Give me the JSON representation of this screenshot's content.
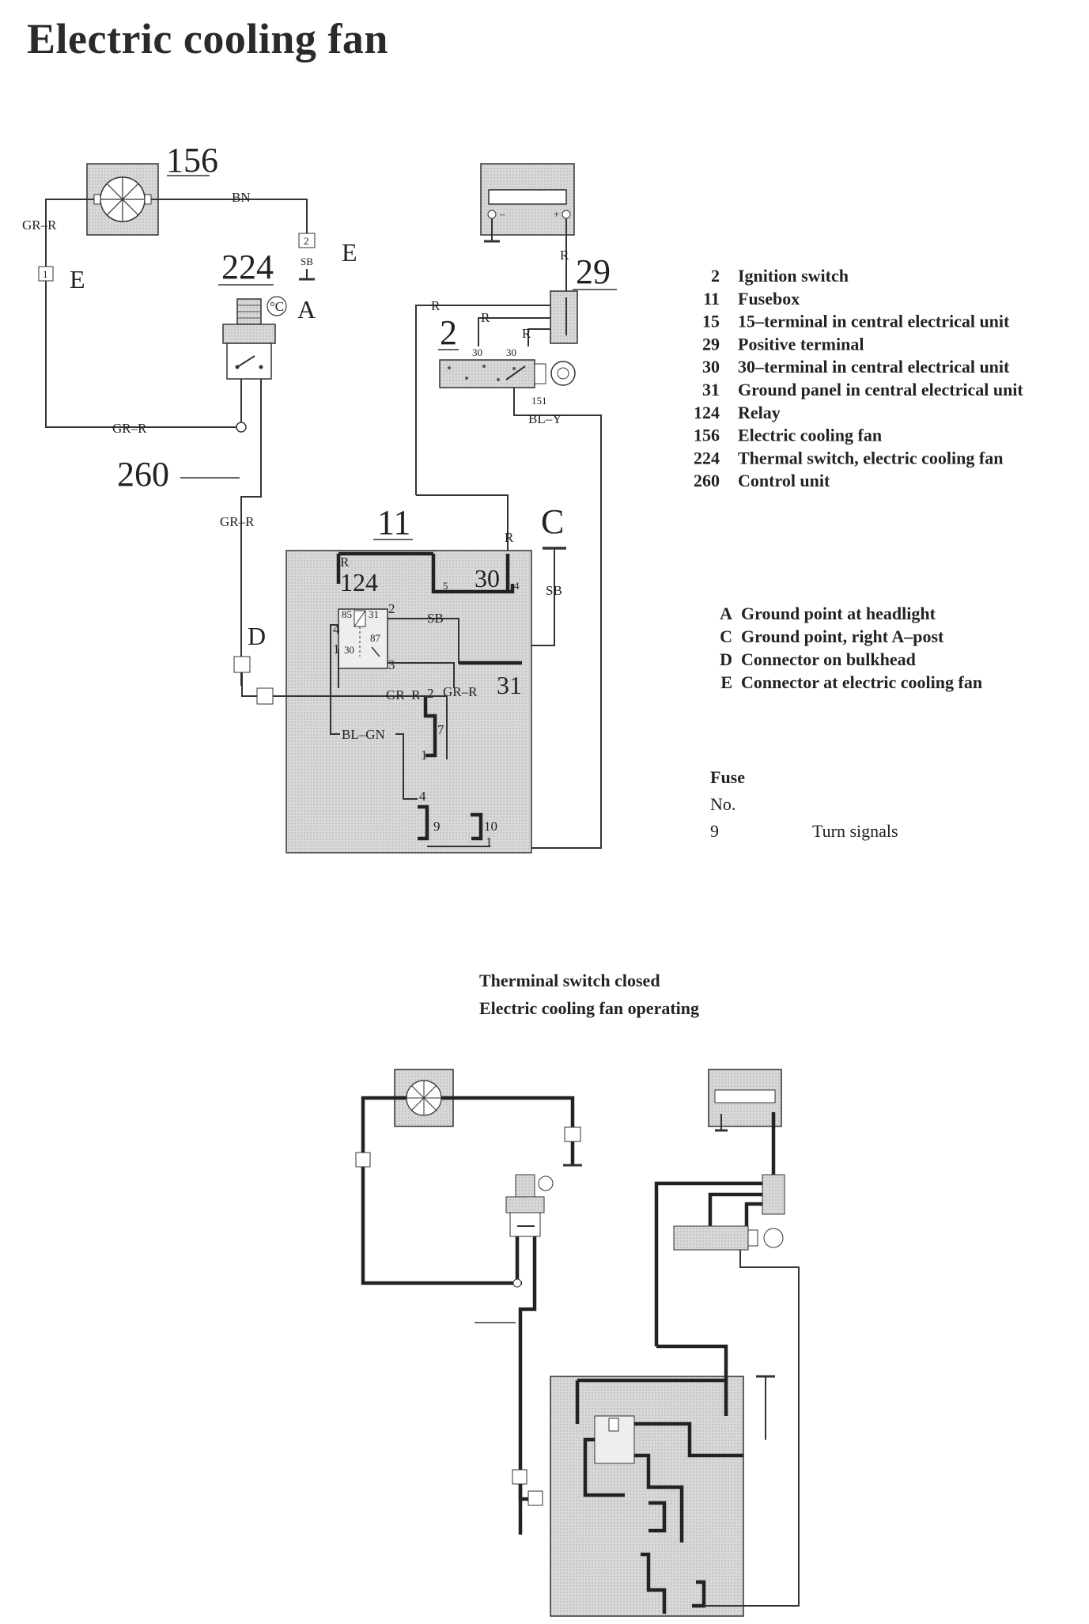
{
  "title": "Electric cooling fan",
  "components": [
    {
      "num": "2",
      "label": "Ignition switch"
    },
    {
      "num": "11",
      "label": "Fusebox"
    },
    {
      "num": "15",
      "label": "15–terminal in central electrical unit"
    },
    {
      "num": "29",
      "label": "Positive terminal"
    },
    {
      "num": "30",
      "label": "30–terminal in central electrical unit"
    },
    {
      "num": "31",
      "label": "Ground panel in central electrical unit"
    },
    {
      "num": "124",
      "label": "Relay"
    },
    {
      "num": "156",
      "label": "Electric cooling fan"
    },
    {
      "num": "224",
      "label": "Thermal switch, electric cooling fan"
    },
    {
      "num": "260",
      "label": "Control unit"
    }
  ],
  "points": [
    {
      "letter": "A",
      "label": "Ground point at headlight"
    },
    {
      "letter": "C",
      "label": "Ground point, right A–post"
    },
    {
      "letter": "D",
      "label": "Connector on bulkhead"
    },
    {
      "letter": "E",
      "label": "Connector at electric cooling fan"
    }
  ],
  "fuse": {
    "heading": "Fuse",
    "col": "No.",
    "rows": [
      {
        "no": "9",
        "label": "Turn signals"
      }
    ]
  },
  "caption": {
    "line1": "Therminal switch closed",
    "line2": "Electric cooling fan operating"
  },
  "diagram_labels": {
    "c156": "156",
    "c224": "224",
    "c260": "260",
    "c11": "11",
    "c29": "29",
    "c2": "2",
    "c124": "124",
    "c30": "30",
    "c31": "31",
    "ptA": "A",
    "ptC": "C",
    "ptD": "D",
    "ptE1": "E",
    "ptE2": "E",
    "deg": "°C",
    "w_grr": "GR–R",
    "w_bn": "BN",
    "w_sb": "SB",
    "w_r": "R",
    "w_bly": "BL–Y",
    "w_blgn": "BL–GN",
    "w_151": "151",
    "t1": "1",
    "t2": "2",
    "t3": "3",
    "t4": "4",
    "t5": "5",
    "t7": "7",
    "t9": "9",
    "t10": "10",
    "t30": "30",
    "t31": "31",
    "t85": "85",
    "t87": "87",
    "plus": "+",
    "minus": "–"
  },
  "colors": {
    "panel": "#d4d4d4",
    "wire": "#333333",
    "box": "#dedede"
  }
}
